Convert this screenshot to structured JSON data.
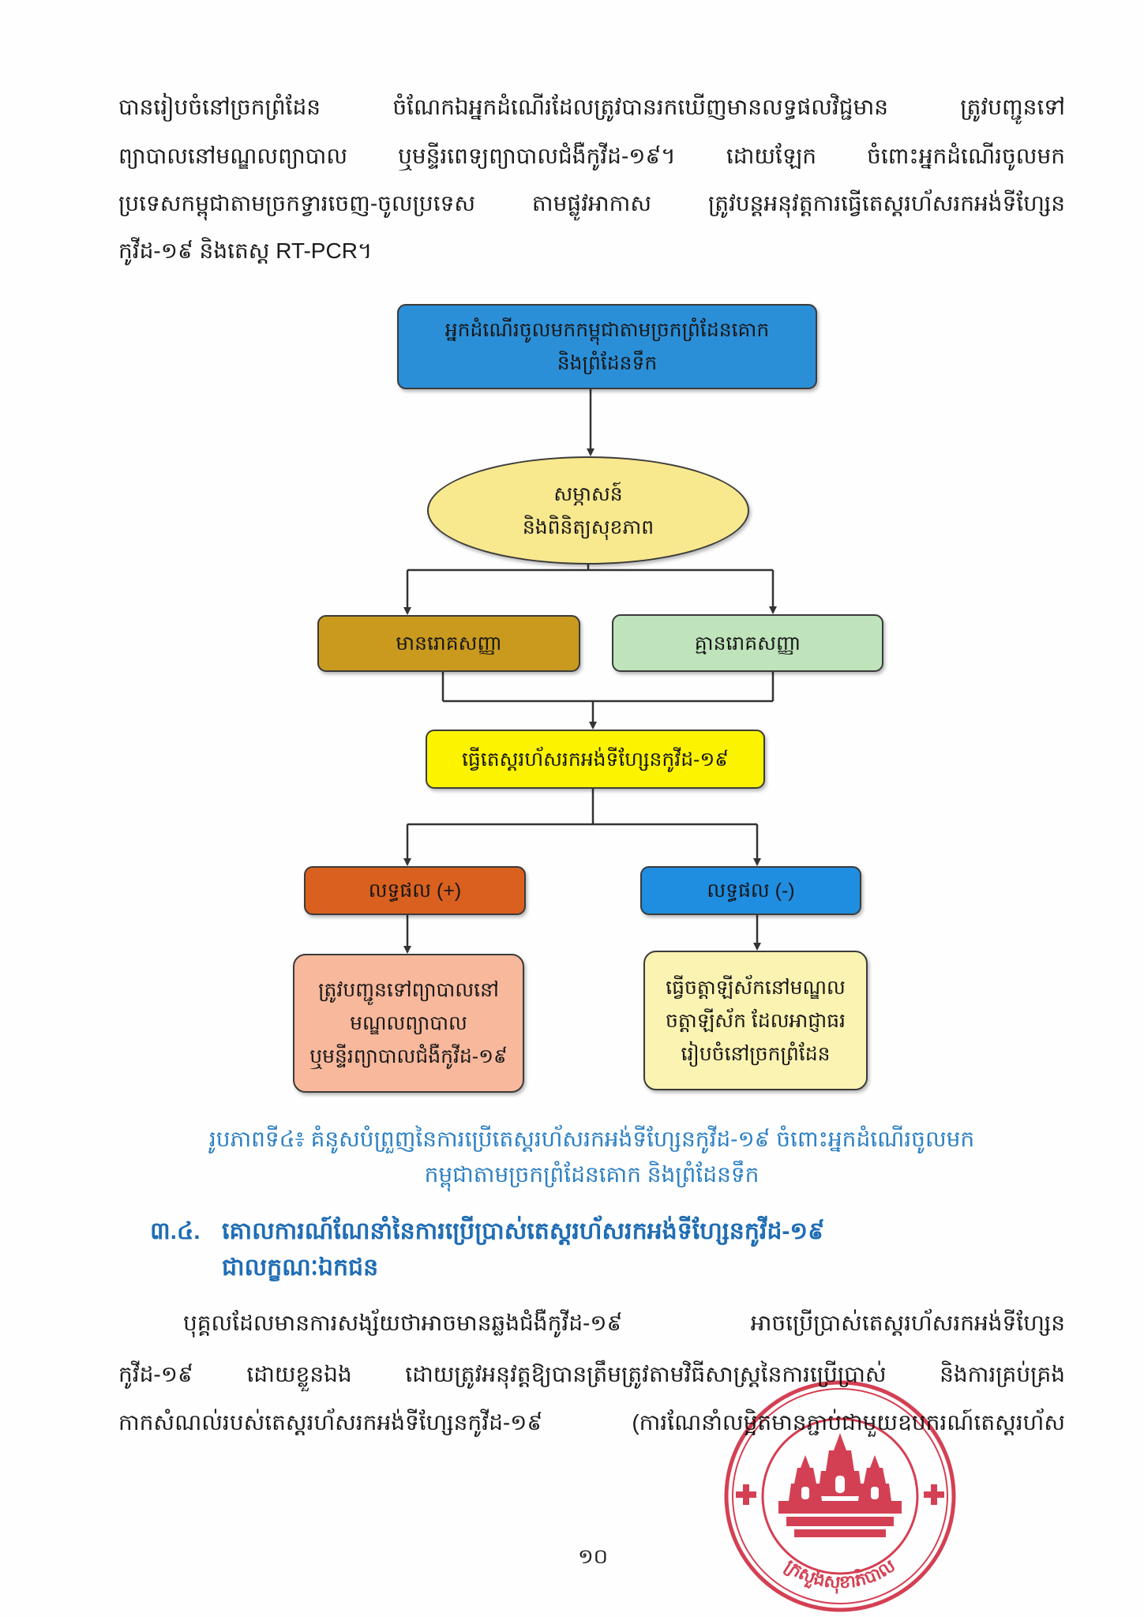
{
  "paragraph_1": {
    "lines": [
      "បានរៀបចំនៅច្រកព្រំដែន    ចំណែកឯអ្នកដំណើរដែលត្រូវបានរកឃើញមានលទ្ធផលវិជ្ជមាន    ត្រូវបញ្ជូនទៅ",
      "ព្យាបាលនៅមណ្ឌលព្យាបាល   ឬមន្ទីរពេទ្យព្យាបាលជំងឺកូវីដ-១៩។  ដោយឡែក  ចំពោះអ្នកដំណើរចូលមក",
      "ប្រទេសកម្ពុជាតាមច្រកទ្វារចេញ-ចូលប្រទេស តាមផ្លូវអាកាស ត្រូវបន្តអនុវត្តការធ្វើតេស្តរហ័សរកអង់ទីហ្សែន",
      "កូវីដ-១៩ និងតេស្ត RT-PCR។"
    ]
  },
  "flowchart": {
    "start": {
      "lines": [
        "អ្នកដំណើរចូលមកកម្ពុជាតាមច្រកព្រំដែនគោក",
        "និងព្រំដែនទឹក"
      ]
    },
    "interview": {
      "lines": [
        "សម្ភាសន៍",
        "និងពិនិត្យសុខភាព"
      ]
    },
    "symptomatic": "មានរោគសញ្ញា",
    "asymptomatic": "គ្មានរោគសញ្ញា",
    "test": "ធ្វើតេស្តរហ័សរកអង់ទីហ្សែនកូវីដ-១៩",
    "positive": "លទ្ធផល (+)",
    "negative": "លទ្ធផល (-)",
    "positive_action": {
      "lines": [
        "ត្រូវបញ្ជូនទៅព្យាបាលនៅ",
        "មណ្ឌលព្យាបាល",
        "ឬមន្ទីរព្យាបាលជំងឺកូវីដ-១៩"
      ]
    },
    "negative_action": {
      "lines": [
        "ធ្វើចត្តាឡីស័កនៅមណ្ឌល",
        "ចត្តាឡីស័ក ដែលអាជ្ញាធរ",
        "រៀបចំនៅច្រកព្រំដែន"
      ]
    }
  },
  "caption": {
    "lines": [
      "រូបភាពទី៤៖ គំនូសបំព្រួញនៃការប្រើតេស្តរហ័សរកអង់ទីហ្សែនកូវីដ-១៩ ចំពោះអ្នកដំណើរចូលមក",
      "កម្ពុជាតាមច្រកព្រំដែនគោក និងព្រំដែនទឹក"
    ]
  },
  "section_heading": {
    "number": "៣.៤.",
    "lines": [
      "គោលការណ៍ណែនាំនៃការប្រើប្រាស់តេស្តរហ័សរកអង់ទីហ្សែនកូវីដ-១៩",
      "ជាលក្ខណៈឯកជន"
    ]
  },
  "paragraph_2": {
    "lines": [
      "បុគ្គលដែលមានការសង្ស័យថាអាចមានឆ្លងជំងឺកូវីដ-១៩ អាចប្រើប្រាស់តេស្តរហ័សរកអង់ទីហ្សែន",
      "កូវីដ-១៩  ដោយខ្លួនឯង  ដោយត្រូវអនុវត្តឱ្យបានត្រឹមត្រូវតាមវិធីសាស្ត្រនៃការប្រើប្រាស់  និងការគ្រប់គ្រង",
      "កាកសំណល់របស់តេស្តរហ័សរកអង់ទីហ្សែនកូវីដ-១៩ (ការណែនាំលម្អិតមានភ្ជាប់ជាមួយឧបករណ៍តេស្តរហ័ស"
    ]
  },
  "page_number": "១០",
  "seal": {
    "text_bottom": "ក្រសួងសុខាភិបាល",
    "color": "#d0253b"
  },
  "colors": {
    "start_box": "#2b8fd8",
    "interview_ellipse": "#f8e88e",
    "symptomatic_box": "#c99a1e",
    "asymptomatic_box": "#bfe3bb",
    "test_box": "#fcf300",
    "positive_box": "#d9601e",
    "negative_box": "#1f8de0",
    "positive_action_box": "#f8b89c",
    "negative_action_box": "#fbf3b2",
    "caption_text": "#2b7fc4",
    "heading_text": "#1f6db5"
  }
}
